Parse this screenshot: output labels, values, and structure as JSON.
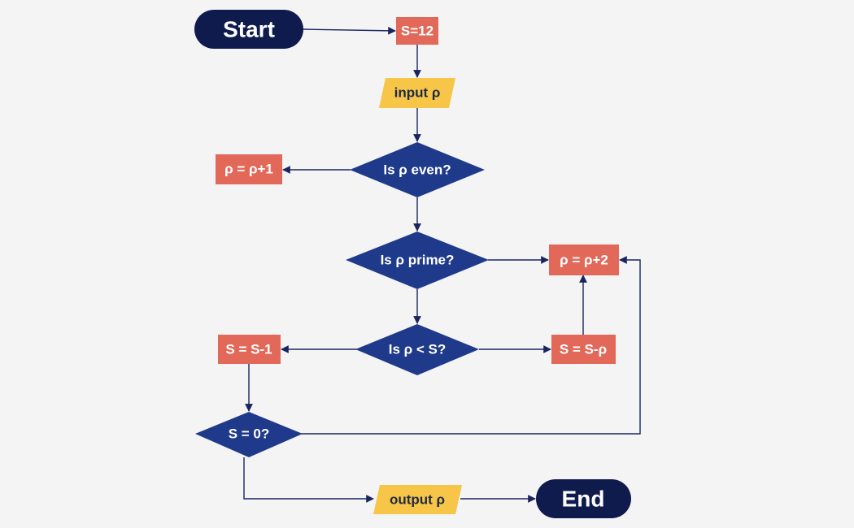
{
  "colors": {
    "terminal": "#0f1b4d",
    "process": "#e2695a",
    "io": "#f7c548",
    "decision": "#1f3a8a",
    "edge": "#1a2560",
    "background": "#f4f4f5"
  },
  "nodes": {
    "start": "Start",
    "s_init": "S=12",
    "input": "input ρ",
    "is_even": "Is ρ even?",
    "inc_one": "ρ = ρ+1",
    "is_prime": "Is ρ prime?",
    "inc_two": "ρ = ρ+2",
    "lt_s": "Is ρ < S?",
    "s_minus_one": "S = S-1",
    "s_minus_p": "S = S-ρ",
    "s_zero": "S = 0?",
    "output": "output ρ",
    "end": "End"
  }
}
